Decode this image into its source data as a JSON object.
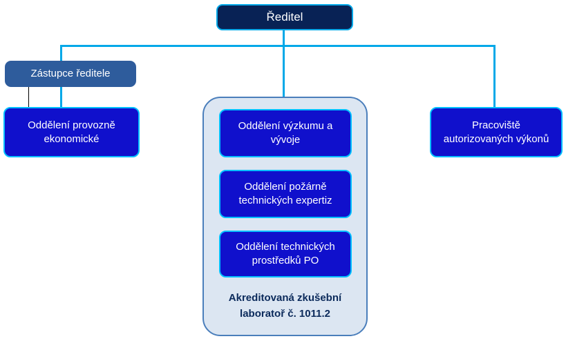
{
  "diagram": {
    "type": "org-chart",
    "language": "cs",
    "title": "Organizacni struktura",
    "colors": {
      "root_fill": "#082255",
      "deputy_fill": "#2E5C9C",
      "department_fill": "#1010CC",
      "department_border": "#00BFFF",
      "connector": "#00A8E8",
      "connector_secondary": "#000000",
      "group_fill": "#DCE6F2",
      "group_border": "#4A7EBB",
      "caption_text": "#0B2A5B",
      "node_text": "#FFFFFF",
      "background": "#FFFFFF"
    }
  },
  "nodes": {
    "root": {
      "label": "Ředitel",
      "level": 0
    },
    "deputy": {
      "label": "Zástupce ředitele",
      "level": 1
    },
    "economic": {
      "label": "Oddělení provozně\nekonomické",
      "level": 2
    },
    "research": {
      "label": "Oddělení výzkumu a\nvývoje",
      "level": 2
    },
    "fire_expertise": {
      "label": "Oddělení požárně\ntechnických expertiz",
      "level": 2
    },
    "technical_means": {
      "label": "Oddělení technických\nprostředků PO",
      "level": 2
    },
    "authorized": {
      "label": "Pracoviště\nautorizovaných výkonů",
      "level": 2
    }
  },
  "group": {
    "caption": "Akreditovaná zkušební\nlaboratoř č. 1011.2",
    "member_keys": [
      "research",
      "fire_expertise",
      "technical_means"
    ]
  }
}
